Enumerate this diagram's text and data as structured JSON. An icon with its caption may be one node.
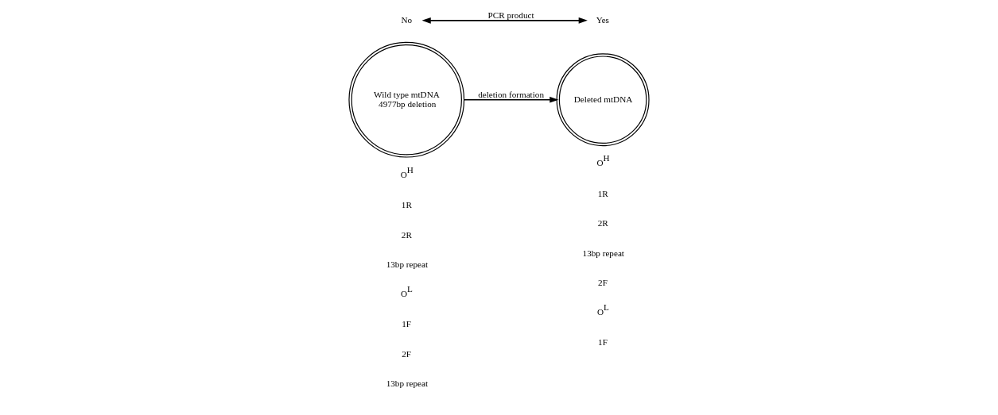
{
  "diagram": {
    "nodes": [
      {
        "text": [
          "Wild type mtDNA",
          "4977bp deletion"
        ]
      },
      {
        "text": [
          "Deleted mtDNA"
        ]
      },
      {
        "text": [
          "No"
        ]
      },
      {
        "text": [
          "Yes"
        ]
      }
    ],
    "edges": [
      {
        "from": 0,
        "to": 1,
        "arrow": "to",
        "label": "deletion formation"
      },
      {
        "from": 2,
        "to": 3,
        "arrow": "both",
        "label": "PCR product"
      }
    ],
    "labels": [
      "O$^{H}$",
      "1R",
      "2R",
      "13bp repeat",
      "O$^{L}$",
      "1F",
      "2F",
      "13bp repeat",
      "O$^{H}$",
      "1R",
      "2R",
      "13bp repeat",
      "2F",
      "O$^{L}$",
      "1F"
    ]
  }
}
